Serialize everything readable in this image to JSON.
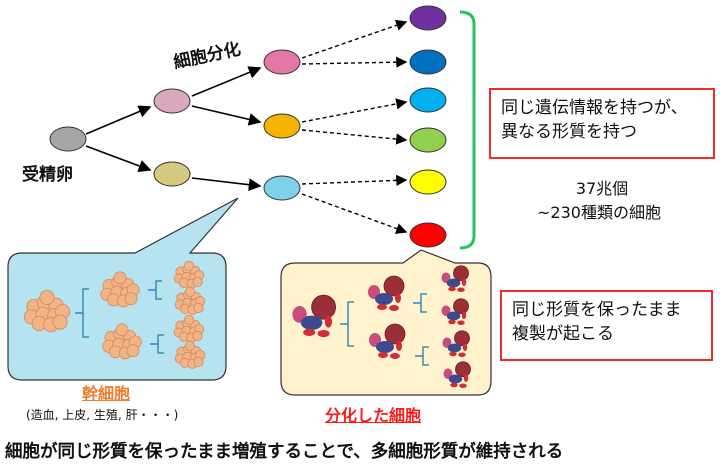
{
  "labels": {
    "zygote": "受精卵",
    "differentiation": "細胞分化",
    "same_genome_box": [
      "同じ遺伝情報を持つが、",
      "異なる形質を持つ"
    ],
    "cell_count": "37兆個",
    "cell_types": "~230種類の細胞",
    "replication_box": [
      "同じ形質を保ったまま",
      "複製が起こる"
    ],
    "stem_cell": "幹細胞",
    "stem_cell_examples": "(造血, 上皮, 生殖, 肝・・・)",
    "differentiated_cell": "分化した細胞",
    "conclusion": "細胞が同じ形質を保ったまま増殖することで、多細胞形質が維持される"
  },
  "colors": {
    "zygote": "#a6a6a6",
    "level2": [
      "#d9a9bd",
      "#d4c97e"
    ],
    "level3": [
      "#e377a5",
      "#f5b400",
      "#7fd0e8"
    ],
    "final": [
      "#7030a0",
      "#0070c0",
      "#00b0f0",
      "#92d050",
      "#ffff00",
      "#ff0000"
    ],
    "bracket": "#22c55e",
    "box_border": "#ee2a2a",
    "stem_callout": "#b5e3ef",
    "diff_callout": "#fff2cc",
    "stem_label": "#f07b2a",
    "diff_label": "#ff1a1a"
  }
}
